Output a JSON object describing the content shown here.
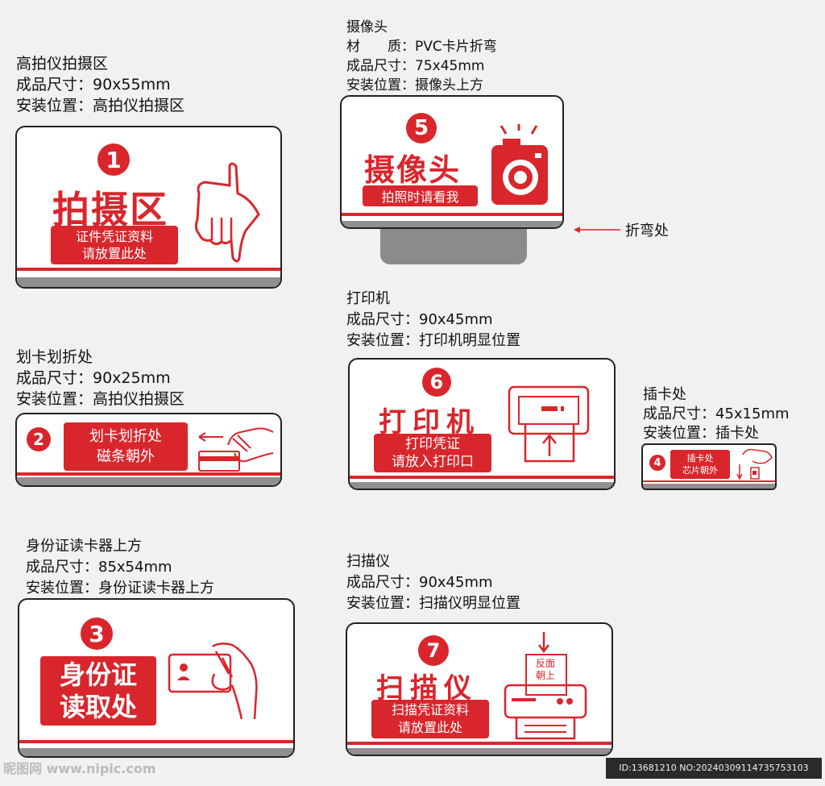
{
  "signs": [
    {
      "info": [
        "高拍仪拍摄区",
        "成品尺寸：90x55mm",
        "安装位置：高拍仪拍摄区"
      ],
      "number": "1",
      "title": "拍摄区",
      "note": [
        "证件凭证资料",
        "请放置此处"
      ],
      "icon": "hand-pointing-down-icon"
    },
    {
      "info": [
        "划卡划折处",
        "成品尺寸：90x25mm",
        "安装位置：高拍仪拍摄区"
      ],
      "number": "2",
      "note": [
        "划卡划折处",
        "磁条朝外"
      ],
      "icon": "hand-swipe-card-icon"
    },
    {
      "info": [
        "身份证读卡器上方",
        "成品尺寸：85x54mm",
        "安装位置：身份证读卡器上方"
      ],
      "number": "3",
      "title": [
        "身份证",
        "读取处"
      ],
      "icon": "hand-id-card-icon"
    },
    {
      "info": [
        "插卡处",
        "成品尺寸：45x15mm",
        "安装位置：插卡处"
      ],
      "number": "4",
      "note": [
        "插卡处",
        "芯片朝外"
      ],
      "icon": "hand-insert-card-icon"
    },
    {
      "info": [
        "摄像头",
        "材　　质：PVC卡片折弯",
        "成品尺寸：75x45mm",
        "安装位置：摄像头上方"
      ],
      "number": "5",
      "title": "摄像头",
      "note": [
        "拍照时请看我"
      ],
      "icon": "camera-icon",
      "fold_label": "折弯处"
    },
    {
      "info": [
        "打印机",
        "成品尺寸：90x45mm",
        "安装位置：打印机明显位置"
      ],
      "number": "6",
      "title": "打印机",
      "note": [
        "打印凭证",
        "请放入打印口"
      ],
      "icon": "printer-icon"
    },
    {
      "info": [
        "扫描仪",
        "成品尺寸：90x45mm",
        "安装位置：扫描仪明显位置"
      ],
      "number": "7",
      "title": "扫描仪",
      "note": [
        "扫描凭证资料",
        "请放置此处"
      ],
      "icon": "scanner-icon",
      "paper_label": [
        "反面",
        "朝上"
      ]
    }
  ],
  "watermark": {
    "left": "昵图网 www.nipic.com",
    "right": "ID:13681210 NO:20240309114735753103"
  },
  "colors": {
    "accent": "#d9262c",
    "base": "#8f8f8f"
  }
}
